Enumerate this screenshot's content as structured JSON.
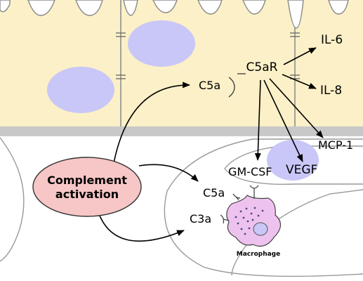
{
  "labels": {
    "c5ar": "C5aR",
    "c5a_top": "C5a",
    "il6": "IL-6",
    "il8": "IL-8",
    "mcp1": "MCP-1",
    "vegf": "VEGF",
    "gmcsf": "GM-CSF",
    "c5a_bottom": "C5a",
    "c3a": "C3a",
    "complement_line1": "Complement",
    "complement_line2": "activation",
    "macrophage": "Macrophage"
  },
  "colors": {
    "epithelium": "#fbf0c7",
    "nucleus": "#c9c7f7",
    "membrane": "#c8c8c8",
    "complement_fill": "#f7c6c6",
    "macrophage_fill": "#eec2ee"
  }
}
